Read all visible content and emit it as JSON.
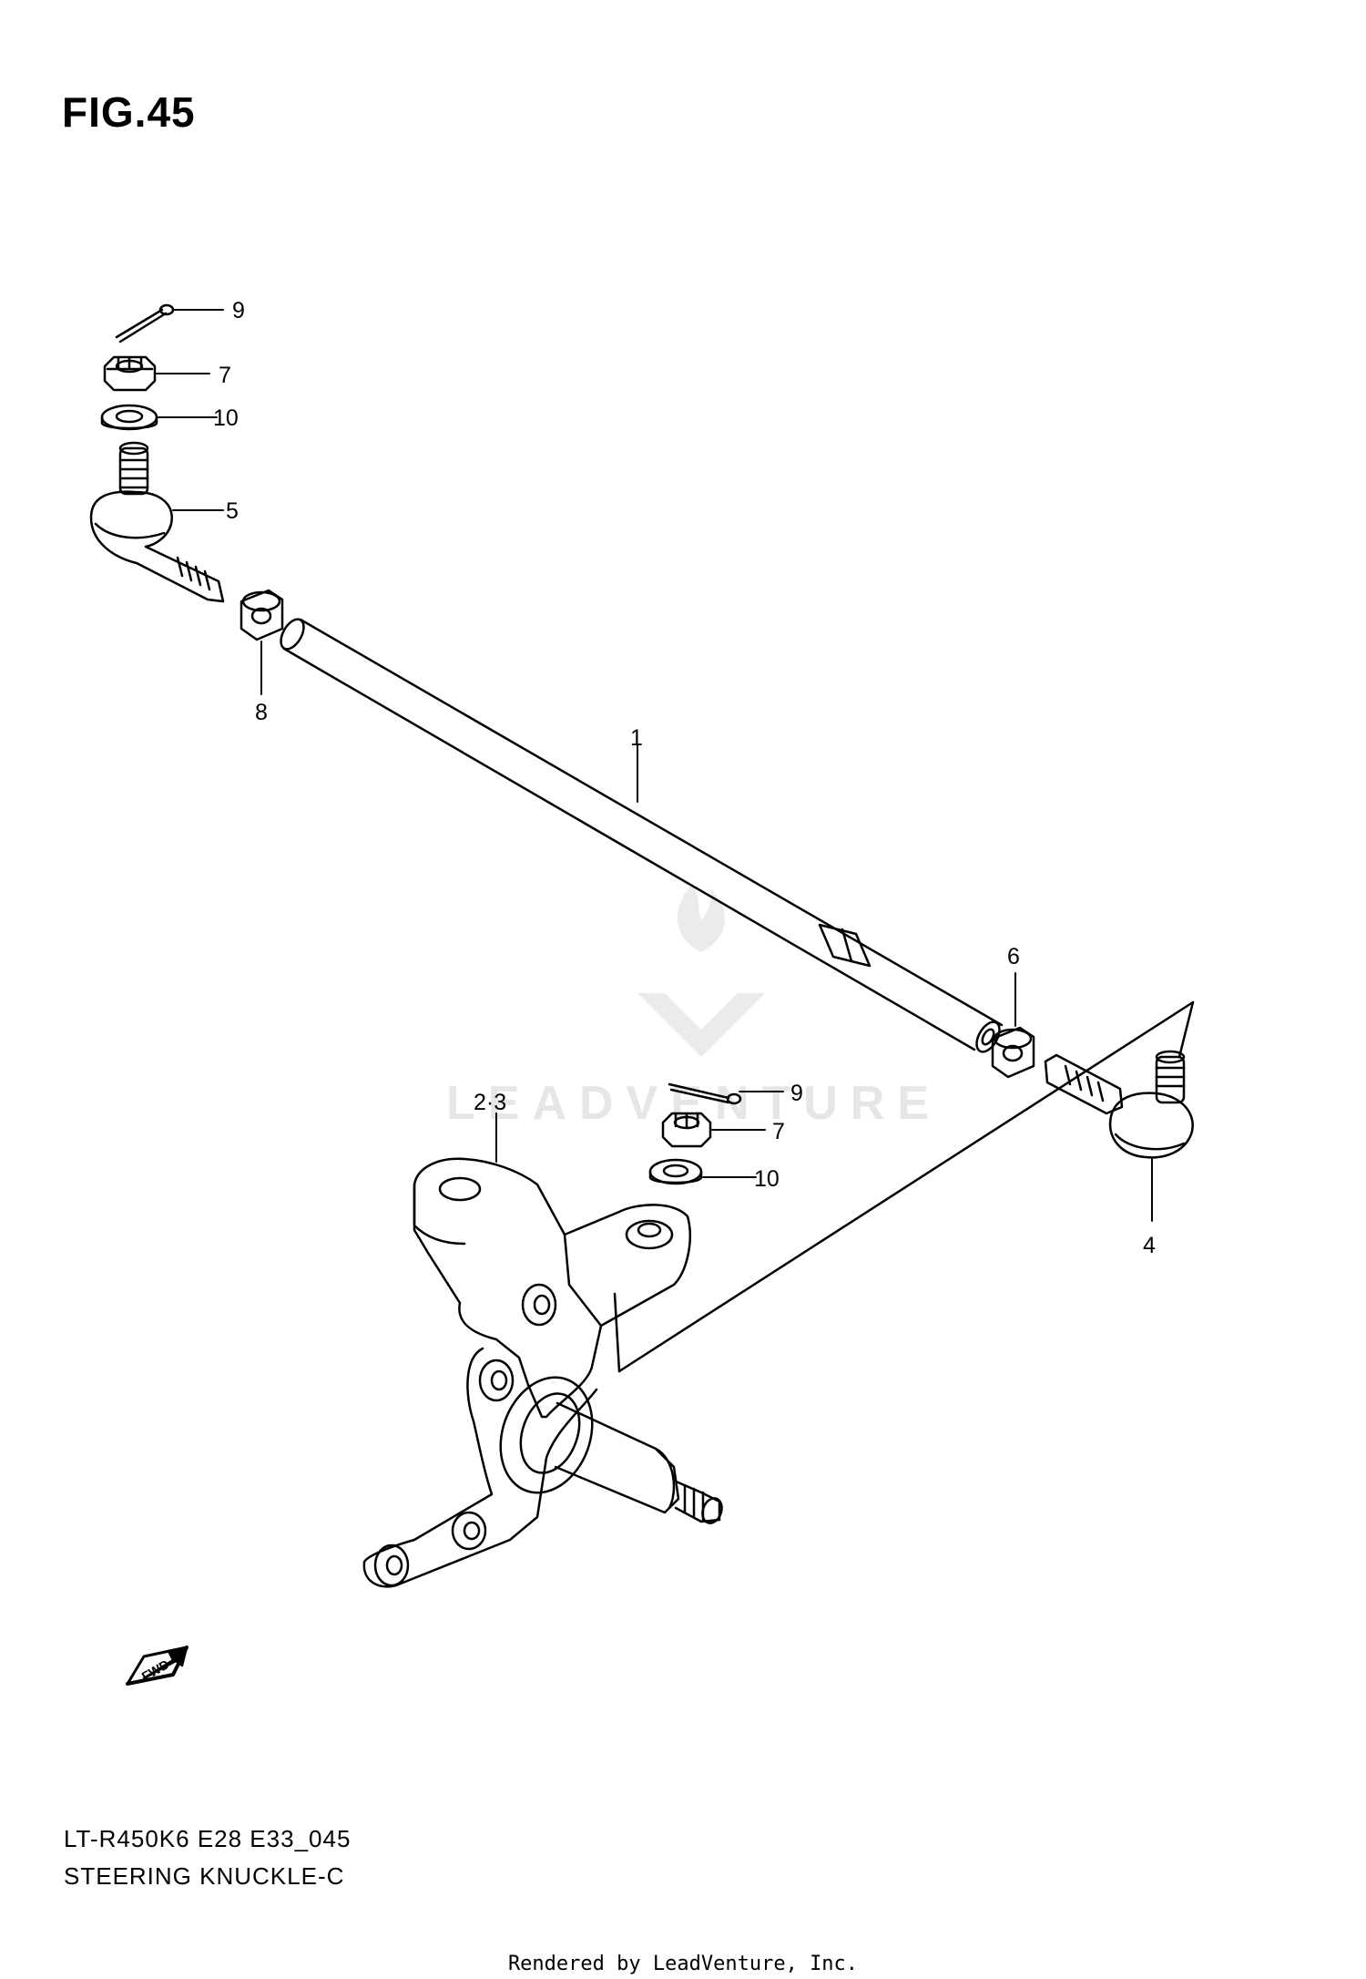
{
  "figure": {
    "title": "FIG.45",
    "model_code": "LT-R450K6 E28 E33_045",
    "section_name": "STEERING KNUCKLE-C",
    "credit": "Rendered by LeadVenture, Inc.",
    "watermark": "LEADVENTURE"
  },
  "callouts": {
    "c1": "1",
    "c23": "2·3",
    "c4": "4",
    "c5": "5",
    "c6": "6",
    "c7a": "7",
    "c7b": "7",
    "c8": "8",
    "c9a": "9",
    "c9b": "9",
    "c10a": "10",
    "c10b": "10"
  },
  "fwd_badge": "FWD"
}
